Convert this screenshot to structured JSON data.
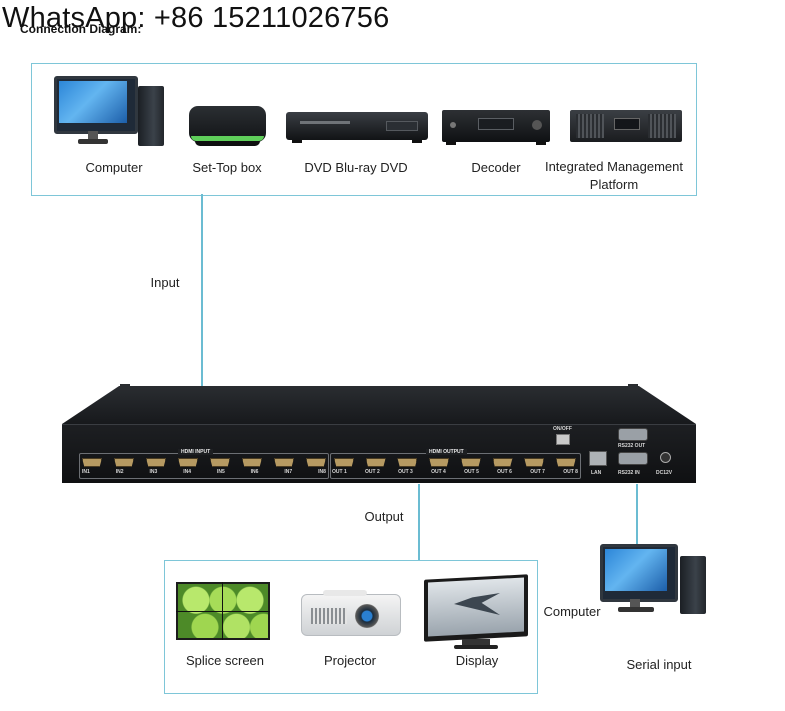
{
  "watermark": "WhatsApp: +86 15211026756",
  "heading": "Connection Diagram:",
  "sources": [
    {
      "label": "Computer",
      "icon": "computer-icon"
    },
    {
      "label": "Set-Top box",
      "icon": "set-top-box-icon"
    },
    {
      "label": "DVD Blu-ray DVD",
      "icon": "dvd-player-icon"
    },
    {
      "label": "Decoder",
      "icon": "decoder-icon"
    },
    {
      "label": "Integrated Management\nPlatform",
      "icon": "management-platform-icon"
    }
  ],
  "input_label": "Input",
  "output_label": "Output",
  "device": {
    "hdmi_input_title": "HDMI INPUT",
    "hdmi_output_title": "HDMI OUTPUT",
    "inputs": [
      "IN1",
      "IN2",
      "IN3",
      "IN4",
      "IN5",
      "IN6",
      "IN7",
      "IN8"
    ],
    "outputs": [
      "OUT 1",
      "OUT 2",
      "OUT 3",
      "OUT 4",
      "OUT 5",
      "OUT 6",
      "OUT 7",
      "OUT 8"
    ],
    "power_switch": "ON/OFF",
    "lan": "LAN",
    "rs232_out": "RS232 OUT",
    "rs232_in": "RS232 IN",
    "dc": "DC12V"
  },
  "outputs": [
    {
      "label": "Splice screen",
      "icon": "splice-screen-icon"
    },
    {
      "label": "Projector",
      "icon": "projector-icon"
    },
    {
      "label": "Display",
      "icon": "display-icon"
    }
  ],
  "serial": {
    "computer_label": "Computer",
    "serial_label": "Serial input"
  },
  "colors": {
    "connector": "#6bbcd2",
    "device_body": "#17191c",
    "hdmi_port": "#b69a62"
  }
}
